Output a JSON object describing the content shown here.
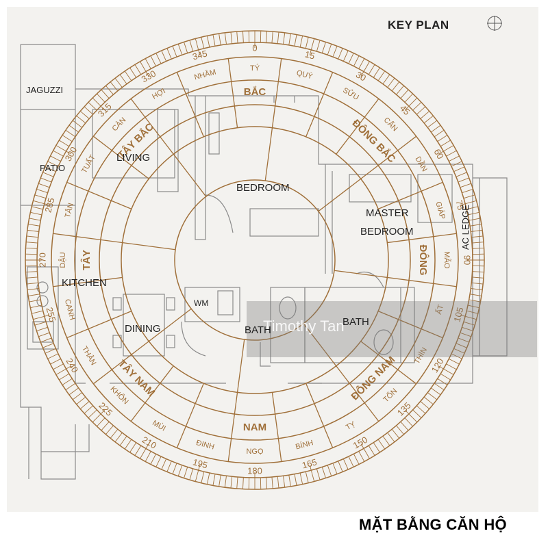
{
  "title": "KEY PLAN",
  "footer_title": "MẶT BẰNG CĂN HỘ",
  "watermark": "Timothy Tan",
  "rooms": {
    "jaguzzi": "JAGUZZI",
    "patio": "PATIO",
    "living": "LIVING",
    "bedroom": "BEDROOM",
    "master_bedroom_1": "MASTER",
    "master_bedroom_2": "BEDROOM",
    "ac_ledge": "AC LEDGE",
    "kitchen": "KITCHEN",
    "dining": "DINING",
    "wm": "WM",
    "bath_1": "BATH",
    "bath_2": "BATH"
  },
  "degree_labels": [
    "0",
    "15",
    "30",
    "45",
    "60",
    "75",
    "90",
    "105",
    "120",
    "135",
    "150",
    "165",
    "180",
    "195",
    "210",
    "225",
    "240",
    "255",
    "270",
    "285",
    "300",
    "315",
    "330",
    "345"
  ],
  "mountains": [
    "TÝ",
    "QUÝ",
    "SỬU",
    "CẤN",
    "DẦN",
    "GIÁP",
    "MÃO",
    "ẤT",
    "THÌN",
    "TỐN",
    "TỴ",
    "BÍNH",
    "NGỌ",
    "ĐINH",
    "MÙI",
    "KHÔN",
    "THÂN",
    "CANH",
    "DẬU",
    "TÂN",
    "TUẤT",
    "CÀN",
    "HỢI",
    "NHÂM"
  ],
  "directions": [
    "BẮC",
    "ĐÔNG BẮC",
    "ĐÔNG",
    "ĐÔNG NAM",
    "NAM",
    "TÂY NAM",
    "TÂY",
    "TÂY BẮC"
  ],
  "colors": {
    "compass": "#a0703a",
    "plan": "#8a8a8a",
    "background": "#f3f2ef"
  }
}
